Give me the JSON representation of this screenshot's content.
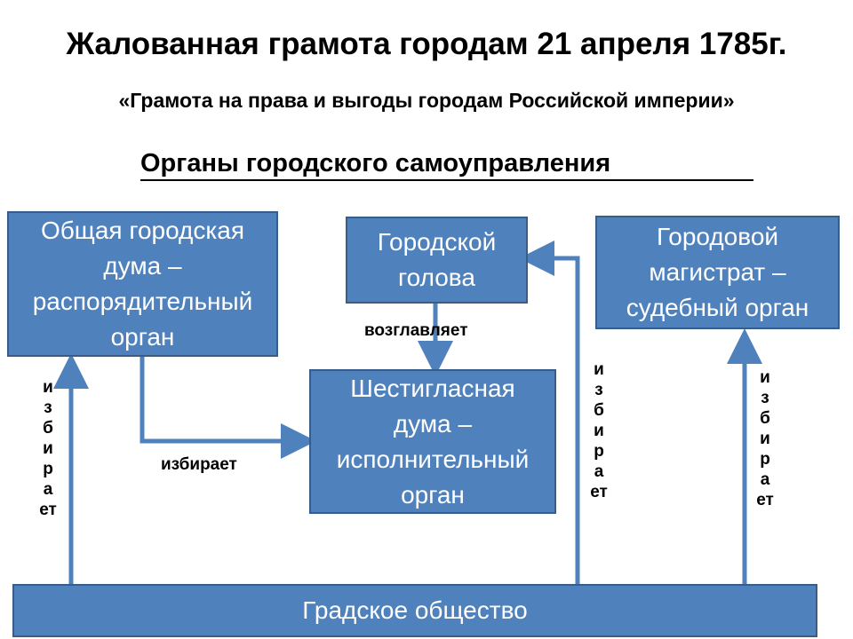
{
  "header": {
    "title": "Жалованная грамота городам 21 апреля 1785г.",
    "subtitle": "«Грамота на права и выгоды городам Российской империи»",
    "section_heading": "Органы городского самоуправления"
  },
  "boxes": {
    "general_duma": "Общая городская\nдума –\nраспорядительный\nорган",
    "city_head": "Городской\nголова",
    "magistrate": "Городовой\nмагистрат –\nсудебный орган",
    "six_voice_duma": "Шестигласная\nдума –\nисполнительный\nорган",
    "city_society": "Градское общество"
  },
  "labels": {
    "heads": "возглавляет",
    "elects": "избирает",
    "elects_vertical": "избирает"
  },
  "colors": {
    "box_fill": "#4f81bd",
    "box_border": "#385d8a",
    "arrow": "#4f81bd"
  }
}
